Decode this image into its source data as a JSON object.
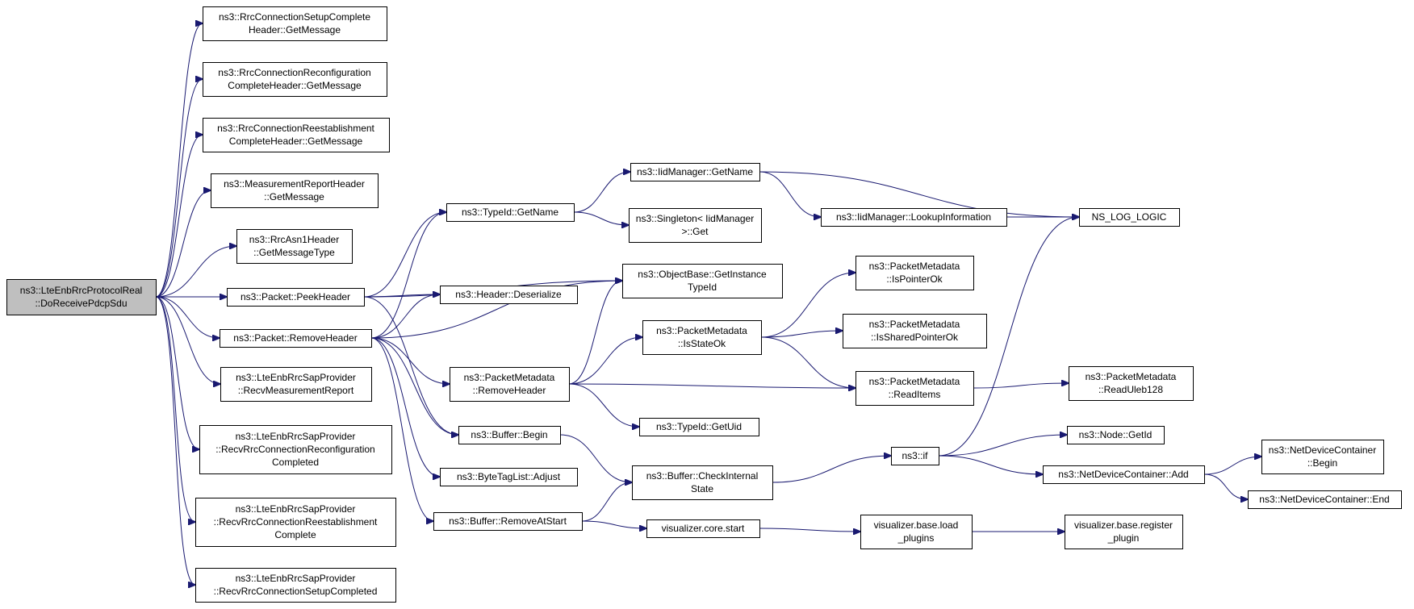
{
  "diagram": {
    "type": "call-graph",
    "nodes": [
      {
        "id": "root",
        "lines": [
          "ns3::LteEnbRrcProtocolReal",
          "::DoReceivePdcpSdu"
        ],
        "root": true
      },
      {
        "id": "n1",
        "lines": [
          "ns3::RrcConnectionSetupComplete",
          "Header::GetMessage"
        ]
      },
      {
        "id": "n2",
        "lines": [
          "ns3::RrcConnectionReconfiguration",
          "CompleteHeader::GetMessage"
        ]
      },
      {
        "id": "n3",
        "lines": [
          "ns3::RrcConnectionReestablishment",
          "CompleteHeader::GetMessage"
        ]
      },
      {
        "id": "n4",
        "lines": [
          "ns3::MeasurementReportHeader",
          "::GetMessage"
        ]
      },
      {
        "id": "n5",
        "lines": [
          "ns3::RrcAsn1Header",
          "::GetMessageType"
        ]
      },
      {
        "id": "n6",
        "lines": [
          "ns3::Packet::PeekHeader"
        ]
      },
      {
        "id": "n7",
        "lines": [
          "ns3::Packet::RemoveHeader"
        ]
      },
      {
        "id": "n8",
        "lines": [
          "ns3::LteEnbRrcSapProvider",
          "::RecvMeasurementReport"
        ]
      },
      {
        "id": "n9",
        "lines": [
          "ns3::LteEnbRrcSapProvider",
          "::RecvRrcConnectionReconfiguration",
          "Completed"
        ]
      },
      {
        "id": "n10",
        "lines": [
          "ns3::LteEnbRrcSapProvider",
          "::RecvRrcConnectionReestablishment",
          "Complete"
        ]
      },
      {
        "id": "n11",
        "lines": [
          "ns3::LteEnbRrcSapProvider",
          "::RecvRrcConnectionSetupCompleted"
        ]
      },
      {
        "id": "n12",
        "lines": [
          "ns3::TypeId::GetName"
        ]
      },
      {
        "id": "n13",
        "lines": [
          "ns3::Header::Deserialize"
        ]
      },
      {
        "id": "n14",
        "lines": [
          "ns3::PacketMetadata",
          "::RemoveHeader"
        ]
      },
      {
        "id": "n15",
        "lines": [
          "ns3::Buffer::Begin"
        ]
      },
      {
        "id": "n16",
        "lines": [
          "ns3::ByteTagList::Adjust"
        ]
      },
      {
        "id": "n17",
        "lines": [
          "ns3::Buffer::RemoveAtStart"
        ]
      },
      {
        "id": "n18",
        "lines": [
          "ns3::IidManager::GetName"
        ]
      },
      {
        "id": "n19",
        "lines": [
          "ns3::Singleton< IidManager",
          ">::Get"
        ]
      },
      {
        "id": "n20",
        "lines": [
          "ns3::ObjectBase::GetInstance",
          "TypeId"
        ]
      },
      {
        "id": "n21",
        "lines": [
          "ns3::PacketMetadata",
          "::IsStateOk"
        ]
      },
      {
        "id": "n22",
        "lines": [
          "ns3::TypeId::GetUid"
        ]
      },
      {
        "id": "n23",
        "lines": [
          "ns3::Buffer::CheckInternal",
          "State"
        ]
      },
      {
        "id": "n24",
        "lines": [
          "visualizer.core.start"
        ]
      },
      {
        "id": "n25",
        "lines": [
          "ns3::IidManager::LookupInformation"
        ]
      },
      {
        "id": "n26",
        "lines": [
          "ns3::PacketMetadata",
          "::IsPointerOk"
        ]
      },
      {
        "id": "n27",
        "lines": [
          "ns3::PacketMetadata",
          "::IsSharedPointerOk"
        ]
      },
      {
        "id": "n28",
        "lines": [
          "ns3::PacketMetadata",
          "::ReadItems"
        ]
      },
      {
        "id": "n29",
        "lines": [
          "ns3::if"
        ]
      },
      {
        "id": "n30",
        "lines": [
          "visualizer.base.load",
          "_plugins"
        ]
      },
      {
        "id": "n31",
        "lines": [
          "NS_LOG_LOGIC"
        ]
      },
      {
        "id": "n32",
        "lines": [
          "ns3::PacketMetadata",
          "::ReadUleb128"
        ]
      },
      {
        "id": "n33",
        "lines": [
          "ns3::Node::GetId"
        ]
      },
      {
        "id": "n34",
        "lines": [
          "ns3::NetDeviceContainer::Add"
        ]
      },
      {
        "id": "n35",
        "lines": [
          "visualizer.base.register",
          "_plugin"
        ]
      },
      {
        "id": "n36",
        "lines": [
          "ns3::NetDeviceContainer",
          "::Begin"
        ]
      },
      {
        "id": "n37",
        "lines": [
          "ns3::NetDeviceContainer::End"
        ]
      }
    ],
    "edges": [
      [
        "root",
        "n1"
      ],
      [
        "root",
        "n2"
      ],
      [
        "root",
        "n3"
      ],
      [
        "root",
        "n4"
      ],
      [
        "root",
        "n5"
      ],
      [
        "root",
        "n6"
      ],
      [
        "root",
        "n7"
      ],
      [
        "root",
        "n8"
      ],
      [
        "root",
        "n9"
      ],
      [
        "root",
        "n10"
      ],
      [
        "root",
        "n11"
      ],
      [
        "n6",
        "n12"
      ],
      [
        "n6",
        "n20"
      ],
      [
        "n6",
        "n13"
      ],
      [
        "n6",
        "n15"
      ],
      [
        "n7",
        "n12"
      ],
      [
        "n7",
        "n20"
      ],
      [
        "n7",
        "n13"
      ],
      [
        "n7",
        "n14"
      ],
      [
        "n7",
        "n15"
      ],
      [
        "n7",
        "n16"
      ],
      [
        "n7",
        "n17"
      ],
      [
        "n12",
        "n18"
      ],
      [
        "n12",
        "n19"
      ],
      [
        "n18",
        "n31"
      ],
      [
        "n18",
        "n25"
      ],
      [
        "n25",
        "n31"
      ],
      [
        "n14",
        "n20"
      ],
      [
        "n14",
        "n21"
      ],
      [
        "n14",
        "n28"
      ],
      [
        "n14",
        "n22"
      ],
      [
        "n21",
        "n26"
      ],
      [
        "n21",
        "n27"
      ],
      [
        "n21",
        "n28"
      ],
      [
        "n28",
        "n32"
      ],
      [
        "n15",
        "n23"
      ],
      [
        "n17",
        "n23"
      ],
      [
        "n17",
        "n24"
      ],
      [
        "n23",
        "n29"
      ],
      [
        "n29",
        "n31"
      ],
      [
        "n29",
        "n33"
      ],
      [
        "n29",
        "n34"
      ],
      [
        "n34",
        "n36"
      ],
      [
        "n34",
        "n37"
      ],
      [
        "n24",
        "n30"
      ],
      [
        "n30",
        "n35"
      ]
    ]
  },
  "colors": {
    "edge": "#191970",
    "root_fill": "#bfbfbf",
    "node_fill": "#ffffff",
    "node_border": "#000000"
  }
}
